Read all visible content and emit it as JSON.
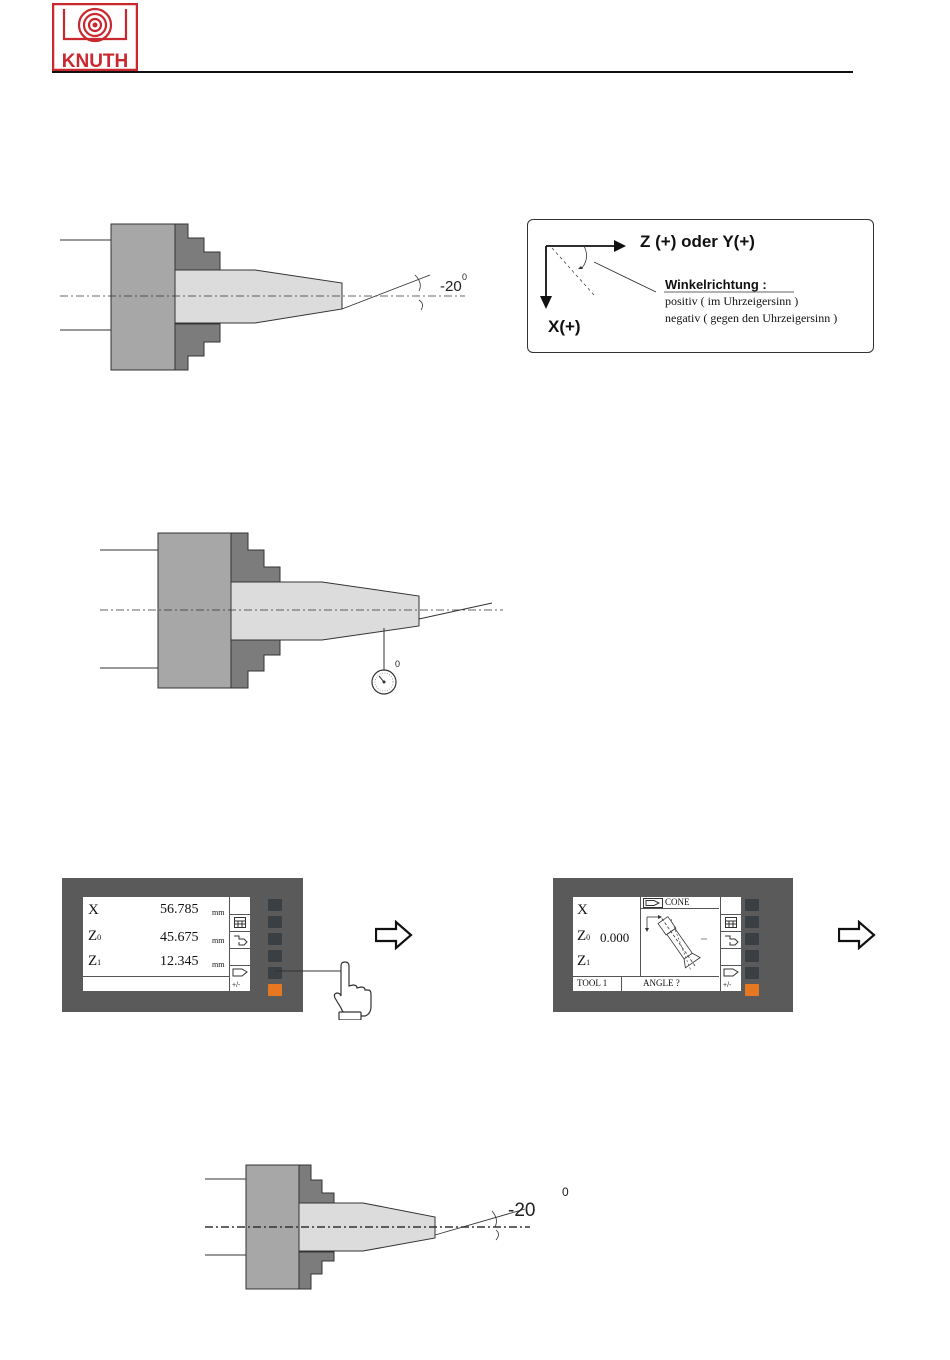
{
  "brand": {
    "logo_text": "KNUTH",
    "colors": {
      "logo_red": "#c8282e"
    }
  },
  "legend": {
    "axis_z": "Z (+) oder Y(+)",
    "axis_x": "X(+)",
    "heading": "Winkelrichtung :",
    "positive": "positiv   ( im Uhrzeigersinn )",
    "negative": "negativ ( gegen den Uhrzeigersinn )"
  },
  "figure1": {
    "angle_label": "-20",
    "angle_unit": "0"
  },
  "figure2": {
    "dial_unit": "0"
  },
  "screen1": {
    "rows": [
      {
        "axis": "X",
        "sub": "",
        "value": "56.785",
        "unit": "mm"
      },
      {
        "axis": "Z",
        "sub": "0",
        "value": "45.675",
        "unit": "mm"
      },
      {
        "axis": "Z",
        "sub": "1",
        "value": "12.345",
        "unit": "mm"
      }
    ]
  },
  "screen2": {
    "rows": [
      {
        "axis": "X",
        "sub": "",
        "value": ""
      },
      {
        "axis": "Z",
        "sub": "0",
        "value": "0.000"
      },
      {
        "axis": "Z",
        "sub": "1",
        "value": ""
      }
    ],
    "mode_title": "CONE",
    "tool_label": "TOOL 1",
    "prompt": "ANGLE ?"
  },
  "figure3": {
    "angle_label": "-20",
    "angle_unit": "0"
  },
  "colors": {
    "lcd_bezel": "#5a5a5a",
    "softkey": "#3a3f44",
    "enter_key": "#e87722"
  }
}
